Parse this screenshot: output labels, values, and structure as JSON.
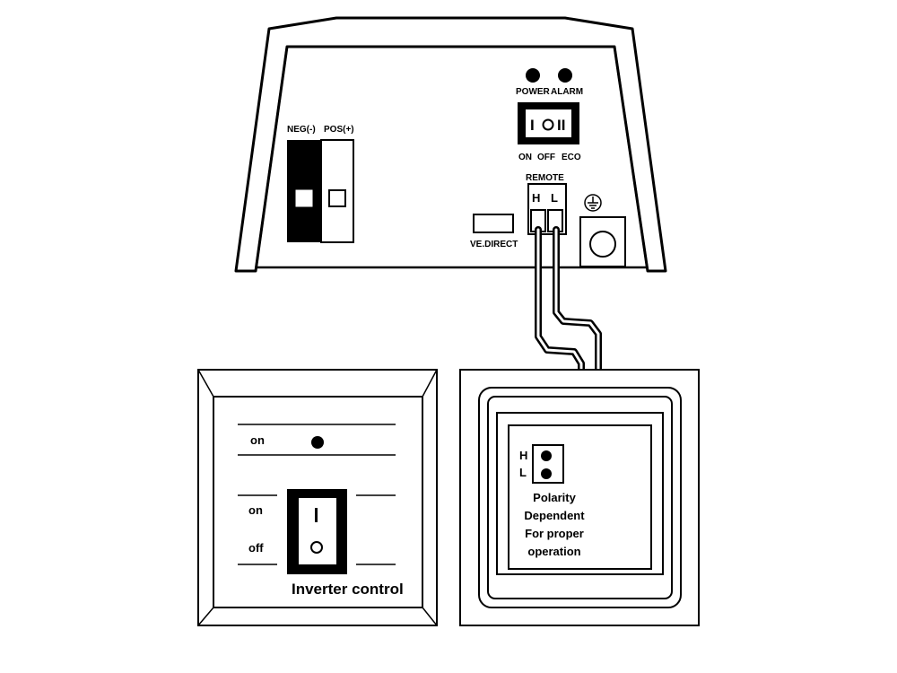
{
  "inverter_unit": {
    "battery_terminals": {
      "neg_label": "NEG(-)",
      "pos_label": "POS(+)"
    },
    "indicators": {
      "power_label": "POWER",
      "alarm_label": "ALARM"
    },
    "mode_switch": {
      "on_symbol": "I",
      "off_symbol": "O",
      "eco_symbol": "II",
      "on_label": "ON",
      "off_label": "OFF",
      "eco_label": "ECO"
    },
    "remote": {
      "title": "REMOTE",
      "h_label": "H",
      "l_label": "L"
    },
    "ve_direct_label": "VE.DIRECT",
    "ground_symbol": "ground-icon"
  },
  "inverter_control_panel": {
    "indicator_label": "on",
    "switch_on_label": "on",
    "switch_off_label": "off",
    "switch_on_symbol": "I",
    "switch_off_symbol": "O",
    "caption": "Inverter control"
  },
  "remote_terminal_box": {
    "h_label": "H",
    "l_label": "L",
    "note_lines": [
      "Polarity",
      "Dependent",
      "For proper",
      "operation"
    ]
  }
}
